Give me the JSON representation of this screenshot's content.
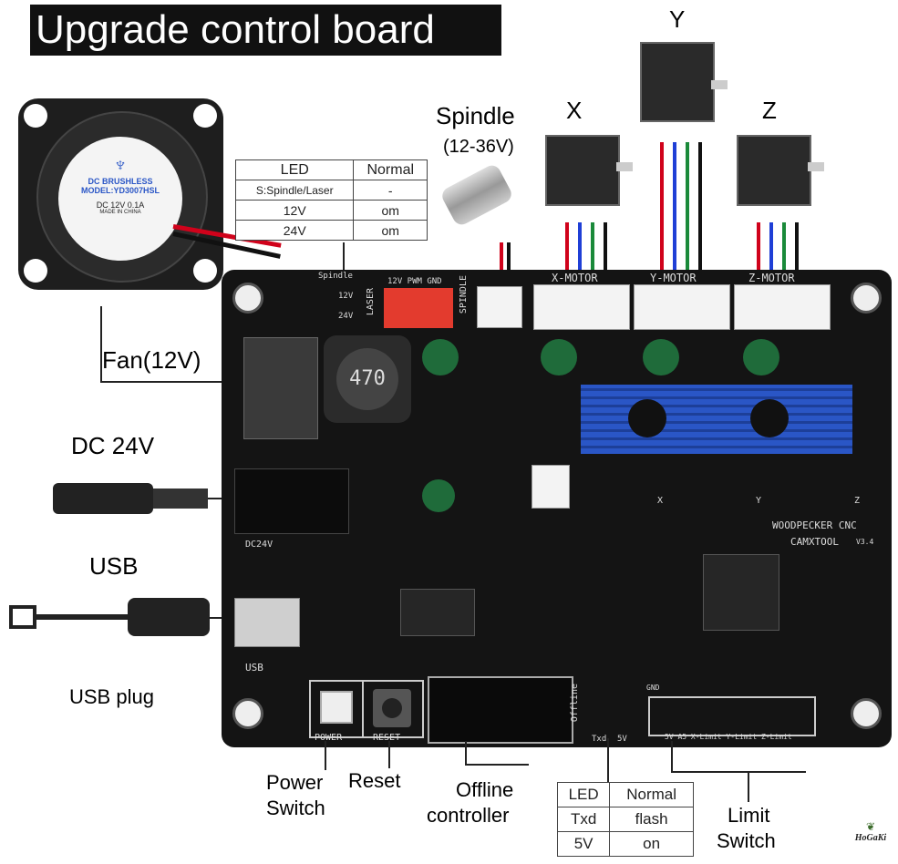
{
  "title": "Upgrade control board",
  "labels": {
    "spindle": "Spindle",
    "spindle_voltage": "(12-36V)",
    "x": "X",
    "y": "Y",
    "z": "Z",
    "fan": "Fan(12V)",
    "dc": "DC 24V",
    "usb": "USB",
    "usb_plug": "USB plug",
    "power_switch_1": "Power",
    "power_switch_2": "Switch",
    "reset": "Reset",
    "offline_1": "Offline",
    "offline_2": "controller",
    "limit_1": "Limit",
    "limit_2": "Switch"
  },
  "table_top": {
    "headers": [
      "LED",
      "Normal"
    ],
    "rows": [
      [
        "S:Spindle/Laser",
        "-"
      ],
      [
        "12V",
        "om"
      ],
      [
        "24V",
        "om"
      ]
    ]
  },
  "table_bottom": {
    "headers": [
      "LED",
      "Normal"
    ],
    "rows": [
      [
        "Txd",
        "flash"
      ],
      [
        "5V",
        "on"
      ]
    ]
  },
  "fan_sticker": {
    "line1": "DC BRUSHLESS",
    "line2": "MODEL:YD3007HSL",
    "line3": "DC 12V 0.1A",
    "line4": "MADE IN CHINA"
  },
  "silkscreen": {
    "x_motor": "X-MOTOR",
    "y_motor": "Y-MOTOR",
    "z_motor": "Z-MOTOR",
    "laser": "LASER",
    "spindle": "SPINDLE",
    "pwm_header": "12V PWM GND",
    "spindle_led": "Spindle",
    "led_12v": "12V",
    "led_24v": "24V",
    "inductor": "470",
    "dc24v": "DC24V",
    "usb": "USB",
    "brand1": "WOODPECKER CNC",
    "brand2": "CAMXTOOL",
    "version": "V3.4",
    "power": "POWER",
    "reset": "RESET",
    "offline": "Offline",
    "txd": "Txd",
    "v5": "5V",
    "limit": "5V  A5 X-Limit Y-Limit Z-Limit",
    "gnd": "GND",
    "axis_x": "X",
    "axis_y": "Y",
    "axis_z": "Z"
  },
  "watermark": "HoGaKi",
  "colors": {
    "board": "#141414",
    "heatsink": "#2a56c6",
    "power_connector": "#e33b2e",
    "wire_red": "#d0021b",
    "wire_blue": "#1f3fd6",
    "wire_green": "#1a8a3a",
    "wire_black": "#111111"
  }
}
